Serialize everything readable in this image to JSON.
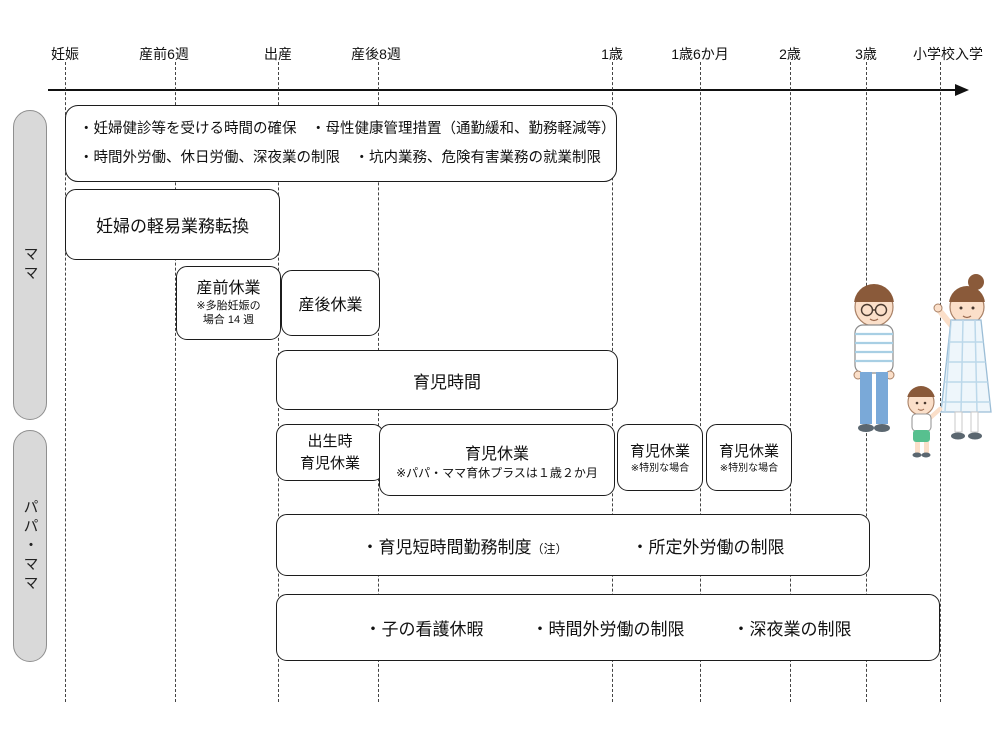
{
  "timeline": {
    "labels": [
      "妊娠",
      "産前6週",
      "出産",
      "産後8週",
      "1歳",
      "1歳6か月",
      "2歳",
      "3歳",
      "小学校入学"
    ]
  },
  "groups": {
    "mama": "ママ",
    "papa_mama": "パパ・ママ"
  },
  "boxes": {
    "maternal_health": {
      "line1": "・妊婦健診等を受ける時間の確保　・母性健康管理措置（通勤緩和、勤務軽減等）",
      "line2": "・時間外労働、休日労働、深夜業の制限　・坑内業務、危険有害業務の就業制限"
    },
    "light_duty": {
      "label": "妊婦の軽易業務転換"
    },
    "prenatal_leave": {
      "label": "産前休業",
      "note1": "※多胎妊娠の",
      "note2": "場合 14 週"
    },
    "postnatal_leave": {
      "label": "産後休業"
    },
    "childcare_time": {
      "label": "育児時間"
    },
    "birth_childcare_leave": {
      "line1": "出生時",
      "line2": "育児休業"
    },
    "childcare_leave": {
      "label": "育児休業",
      "note": "※パパ・ママ育休プラスは１歳２か月"
    },
    "childcare_leave_special_1": {
      "label": "育児休業",
      "note": "※特別な場合"
    },
    "childcare_leave_special_2": {
      "label": "育児休業",
      "note": "※特別な場合"
    },
    "short_hours": {
      "item1": "・育児短時間勤務制度",
      "item1_note": "（注）",
      "item2": "・所定外労働の制限"
    },
    "nursing": {
      "item1": "・子の看護休暇",
      "item2": "・時間外労働の制限",
      "item3": "・深夜業の制限"
    }
  },
  "colors": {
    "pill_bg": "#d9d9d9",
    "box_border": "#1c1c1c",
    "accent_blue": "#7aa9d8",
    "accent_green": "#57c08f"
  }
}
